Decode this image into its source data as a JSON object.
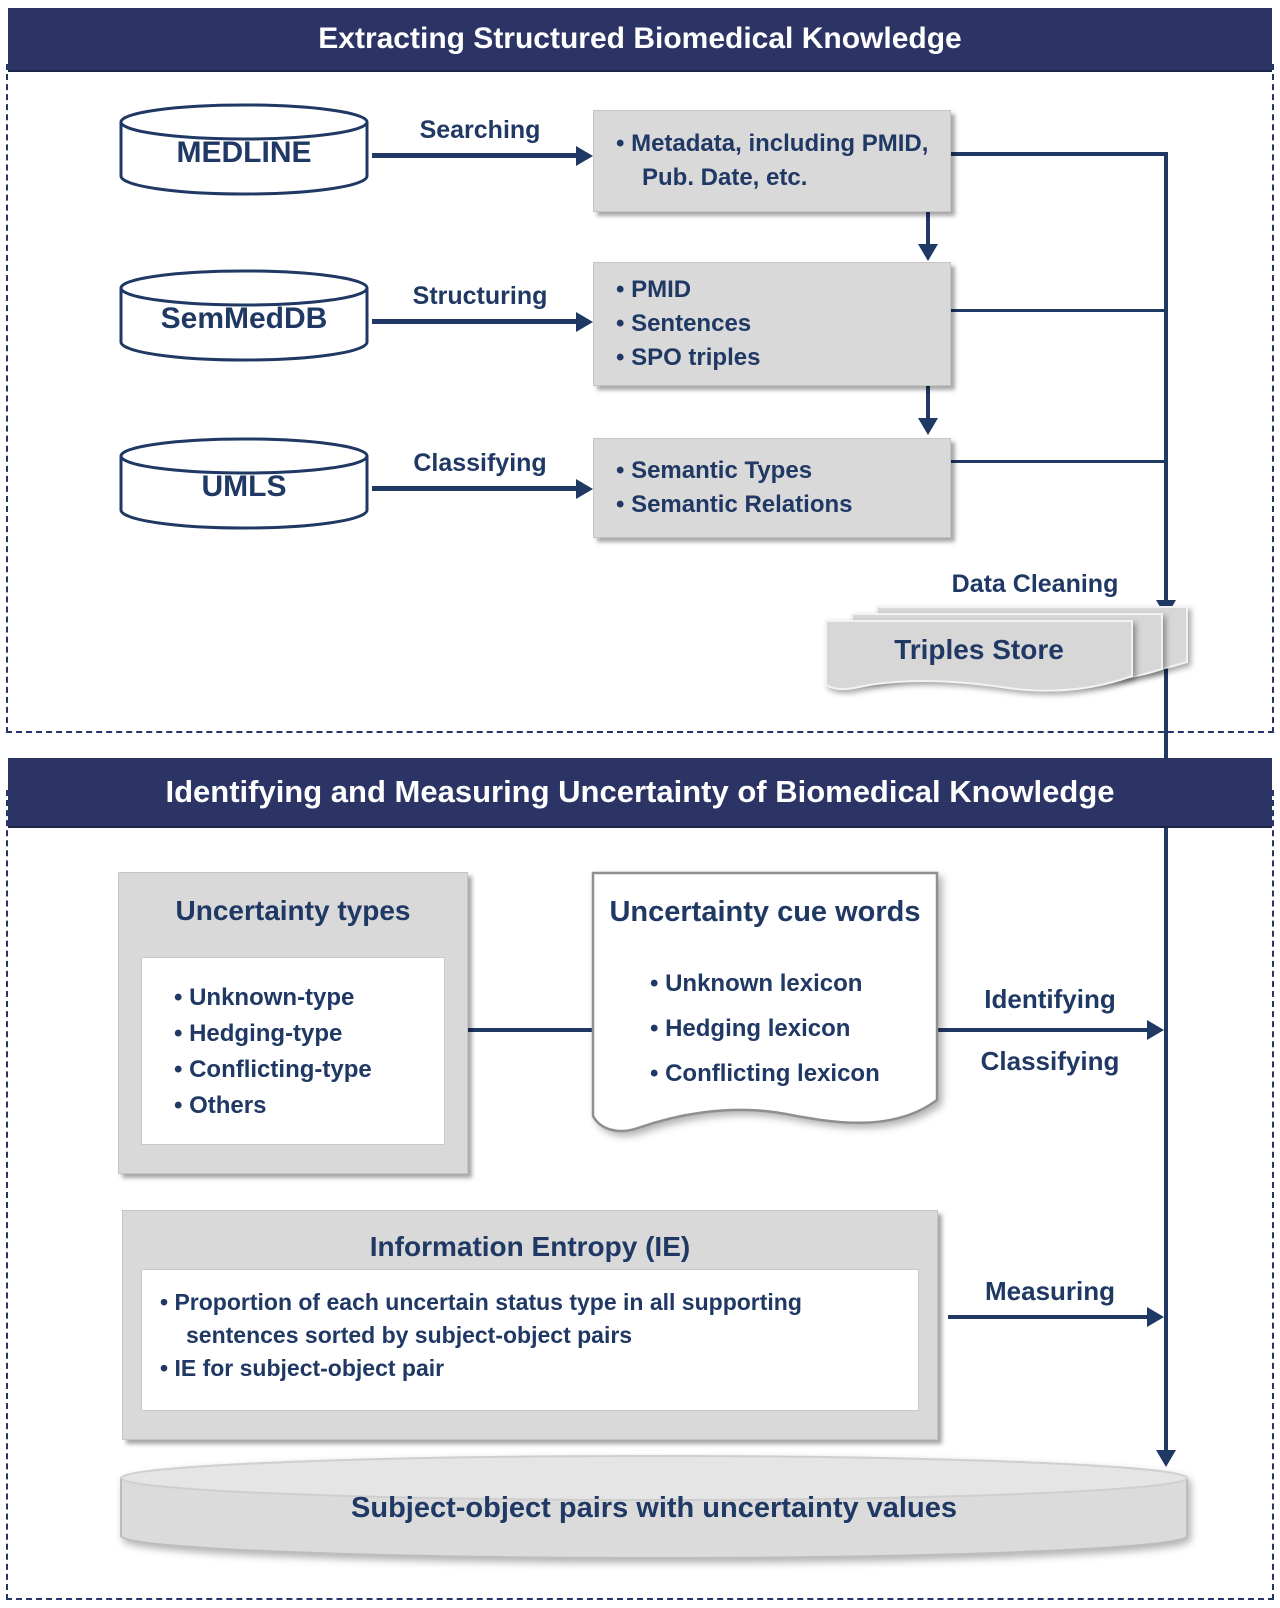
{
  "colors": {
    "navy_line": "#1f3864",
    "header_bg": "#2b3465",
    "box_gray": "#d9d9d9"
  },
  "section1": {
    "title": "Extracting Structured Biomedical Knowledge",
    "databases": [
      {
        "label": "MEDLINE"
      },
      {
        "label": "SemMedDB"
      },
      {
        "label": "UMLS"
      }
    ],
    "arrows": [
      {
        "label": "Searching"
      },
      {
        "label": "Structuring"
      },
      {
        "label": "Classifying"
      }
    ],
    "boxes": [
      {
        "items": [
          "Metadata, including PMID, Pub. Date, etc."
        ]
      },
      {
        "items": [
          "PMID",
          "Sentences",
          "SPO triples"
        ]
      },
      {
        "items": [
          "Semantic Types",
          "Semantic Relations"
        ]
      }
    ],
    "data_cleaning_label": "Data Cleaning",
    "triples_store_label": "Triples Store"
  },
  "section2": {
    "title": "Identifying and Measuring Uncertainty of Biomedical Knowledge",
    "uncertainty_types": {
      "title": "Uncertainty types",
      "items": [
        "Unknown-type",
        "Hedging-type",
        "Conflicting-type",
        "Others"
      ]
    },
    "cue_words": {
      "title": "Uncertainty cue words",
      "items": [
        "Unknown lexicon",
        "Hedging lexicon",
        "Conflicting lexicon"
      ]
    },
    "identify_arrow": {
      "top_label": "Identifying",
      "bottom_label": "Classifying"
    },
    "ie_box": {
      "title": "Information Entropy (IE)",
      "items": [
        "Proportion of each uncertain status type in all supporting sentences sorted by subject-object pairs",
        "IE for subject-object pair"
      ]
    },
    "measuring_label": "Measuring",
    "output_label": "Subject-object pairs with uncertainty values"
  }
}
